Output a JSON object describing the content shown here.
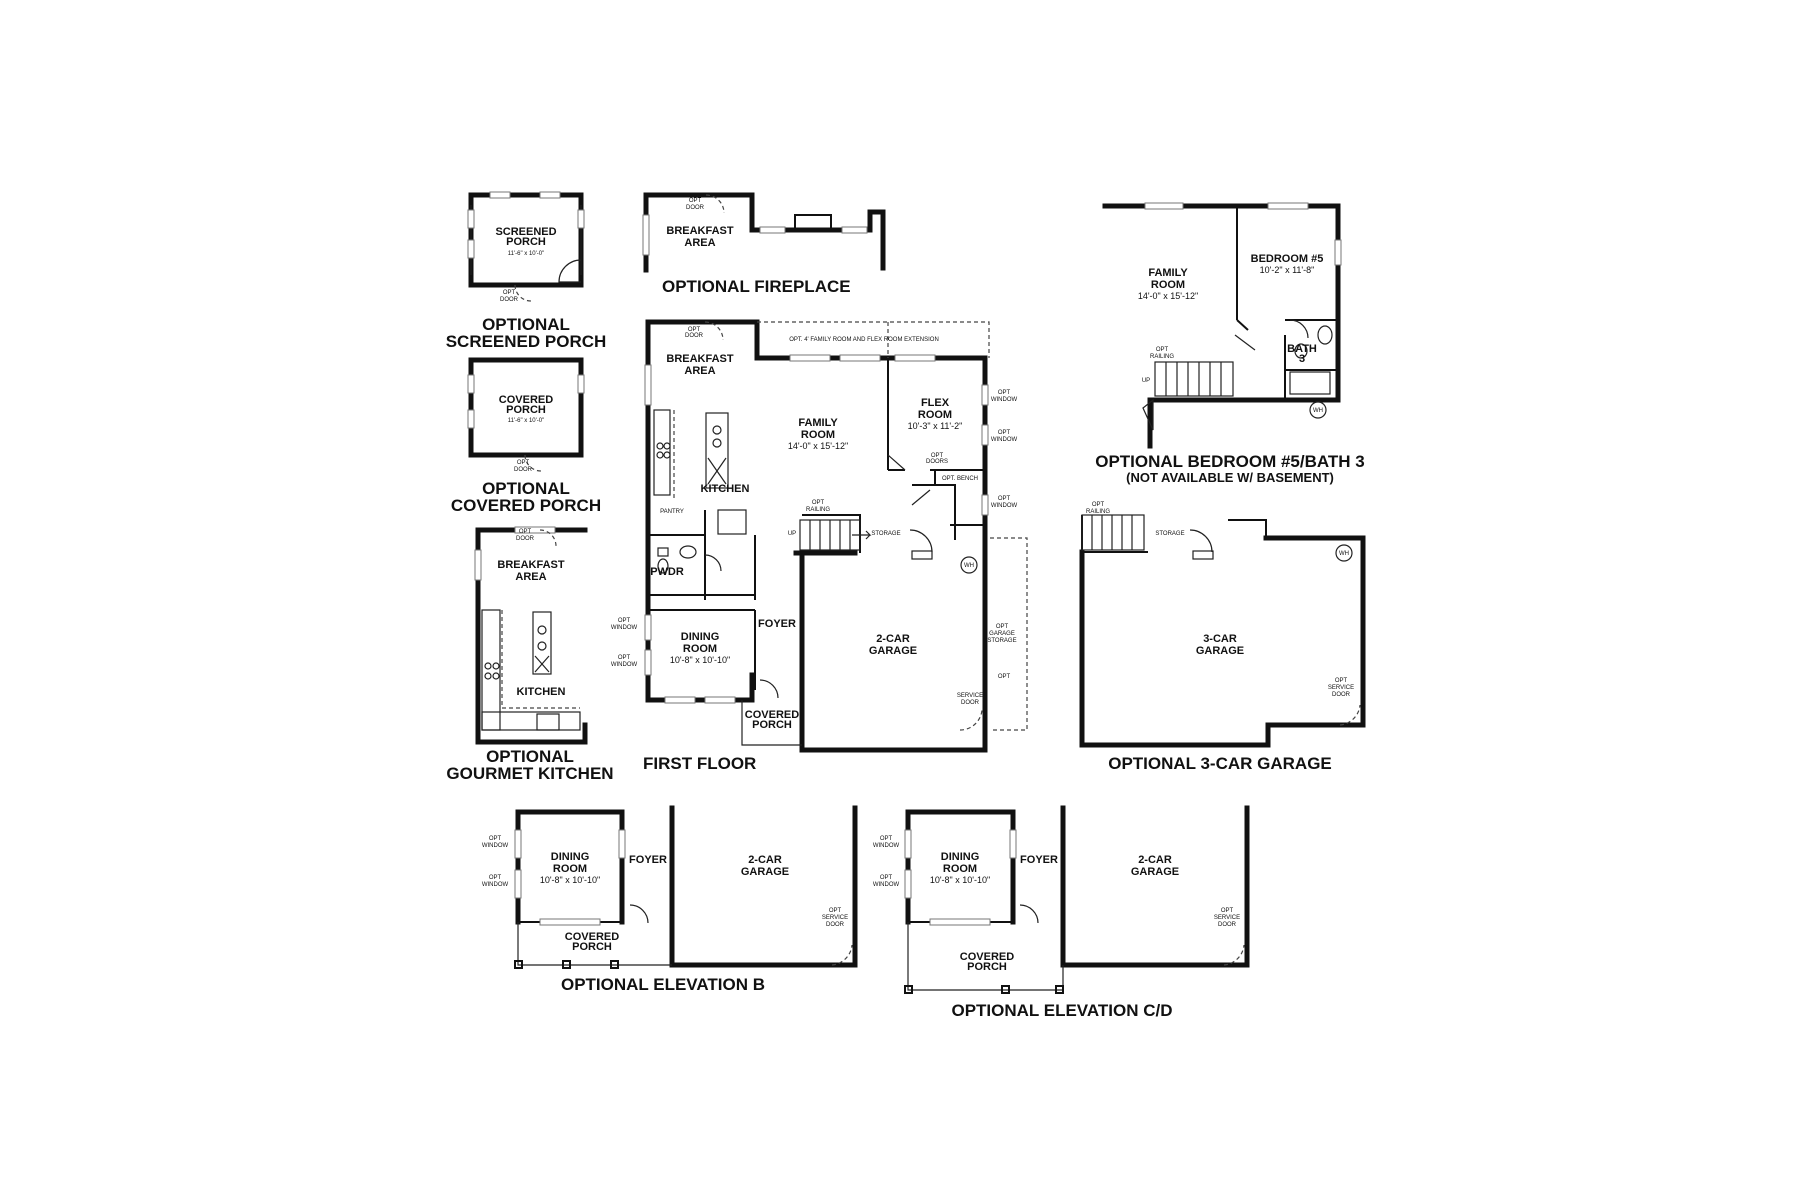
{
  "titles": {
    "screened_porch": [
      "OPTIONAL",
      "SCREENED PORCH"
    ],
    "covered_porch": [
      "OPTIONAL",
      "COVERED PORCH"
    ],
    "gourmet_kitchen": [
      "OPTIONAL",
      "GOURMET KITCHEN"
    ],
    "fireplace": "OPTIONAL FIREPLACE",
    "first_floor": "FIRST FLOOR",
    "bedroom5": "OPTIONAL BEDROOM #5/BATH 3",
    "bedroom5_note": "(NOT AVAILABLE W/ BASEMENT)",
    "garage3": "OPTIONAL 3-CAR GARAGE",
    "elev_b": "OPTIONAL ELEVATION B",
    "elev_cd": "OPTIONAL ELEVATION C/D"
  },
  "screened_porch": {
    "name": [
      "SCREENED",
      "PORCH"
    ],
    "dim": "11'-6\" x 10'-0\"",
    "door": [
      "OPT",
      "DOOR"
    ]
  },
  "covered_porch_opt": {
    "name": [
      "COVERED",
      "PORCH"
    ],
    "dim": "11'-6\" x 10'-0\"",
    "door": [
      "OPT",
      "DOOR"
    ]
  },
  "gourmet": {
    "breakfast": [
      "BREAKFAST",
      "AREA"
    ],
    "kitchen": "KITCHEN",
    "door": [
      "OPT",
      "DOOR"
    ]
  },
  "fireplace_plan": {
    "breakfast": [
      "BREAKFAST",
      "AREA"
    ],
    "door": [
      "OPT",
      "DOOR"
    ]
  },
  "first_floor": {
    "breakfast": [
      "BREAKFAST",
      "AREA"
    ],
    "door": [
      "OPT",
      "DOOR"
    ],
    "extension": "OPT. 4' FAMILY ROOM AND FLEX ROOM EXTENSION",
    "family": [
      "FAMILY",
      "ROOM"
    ],
    "family_dim": "14'-0\" x 15'-12\"",
    "flex": [
      "FLEX",
      "ROOM"
    ],
    "flex_dim": "10'-3\" x 11'-2\"",
    "opt_doors": [
      "OPT",
      "DOORS"
    ],
    "opt_bench": "OPT. BENCH",
    "kitchen": "KITCHEN",
    "pantry": "PANTRY",
    "pwdr": "PWDR",
    "dining": [
      "DINING",
      "ROOM"
    ],
    "dining_dim": "10'-8\" x 10'-10\"",
    "foyer": "FOYER",
    "covered_porch": [
      "COVERED",
      "PORCH"
    ],
    "garage": [
      "2-CAR",
      "GARAGE"
    ],
    "storage": "STORAGE",
    "up": "UP",
    "opt_railing": [
      "OPT",
      "RAILING"
    ],
    "wh": "WH",
    "opt_window": [
      "OPT",
      "WINDOW"
    ],
    "garage_storage": [
      "OPT",
      "GARAGE",
      "STORAGE"
    ],
    "service_door": [
      "OPT",
      "SERVICE",
      "DOOR"
    ]
  },
  "bedroom5_plan": {
    "family": [
      "FAMILY",
      "ROOM"
    ],
    "family_dim": "14'-0\" x 15'-12\"",
    "bedroom": "BEDROOM #5",
    "bedroom_dim": "10'-2\" x 11'-8\"",
    "bath": [
      "BATH",
      "3"
    ],
    "wh": "WH",
    "up": "UP",
    "opt_railing": [
      "OPT",
      "RAILING"
    ]
  },
  "garage3_plan": {
    "garage": [
      "3-CAR",
      "GARAGE"
    ],
    "storage": "STORAGE",
    "wh": "WH",
    "opt_railing": [
      "OPT",
      "RAILING"
    ],
    "service_door": [
      "OPT",
      "SERVICE",
      "DOOR"
    ]
  },
  "elev_b_plan": {
    "dining": [
      "DINING",
      "ROOM"
    ],
    "dining_dim": "10'-8\" x 10'-10\"",
    "foyer": "FOYER",
    "garage": [
      "2-CAR",
      "GARAGE"
    ],
    "covered_porch": [
      "COVERED",
      "PORCH"
    ],
    "opt_window": [
      "OPT",
      "WINDOW"
    ],
    "service_door": [
      "OPT",
      "SERVICE",
      "DOOR"
    ]
  },
  "elev_cd_plan": {
    "dining": [
      "DINING",
      "ROOM"
    ],
    "dining_dim": "10'-8\" x 10'-10\"",
    "foyer": "FOYER",
    "garage": [
      "2-CAR",
      "GARAGE"
    ],
    "covered_porch": [
      "COVERED",
      "PORCH"
    ],
    "opt_window": [
      "OPT",
      "WINDOW"
    ],
    "service_door": [
      "OPT",
      "SERVICE",
      "DOOR"
    ]
  }
}
